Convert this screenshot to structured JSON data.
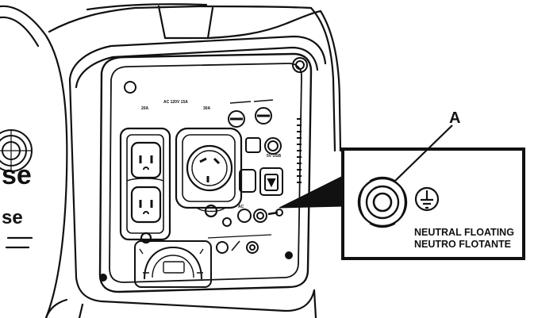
{
  "callout": {
    "letter": "A",
    "caption_line1": "NEUTRAL FLOATING",
    "caption_line2": "NEUTRO FLOTANTE"
  },
  "housing": {
    "brand_fragment": "se"
  },
  "panel": {
    "duplex_rating_1": "AC 120V 15A",
    "label_20a": "20A",
    "label_30a": "30A",
    "label_ac": "AC",
    "label_5v_usb": "5V USB"
  },
  "icons": [
    "ground-symbol-icon",
    "usb-port-icon",
    "ground-terminal-icon",
    "reset-button-icon"
  ]
}
